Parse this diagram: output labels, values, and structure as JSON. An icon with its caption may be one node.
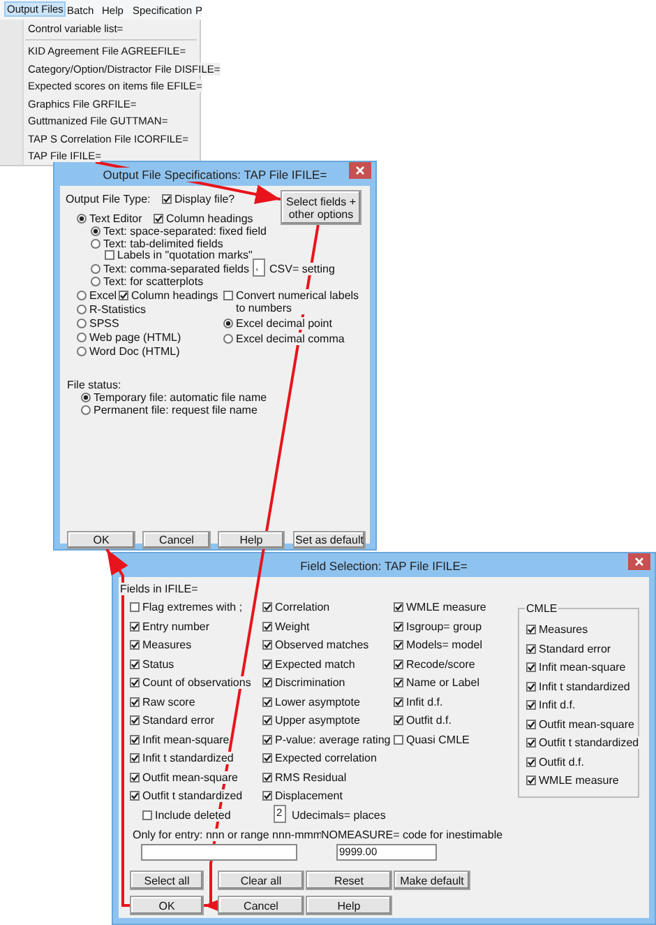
{
  "diagram": {
    "nodes": [
      {
        "text": [
          "TAP File IFILE="
        ]
      },
      {
        "text": [
          "Output File Specifications: TAP File IFILE="
        ]
      },
      {
        "text": [
          "Select fields + other options"
        ],
        "in": 1
      },
      {
        "text": [
          "OK"
        ],
        "in": 1
      },
      {
        "text": [
          "Cancel"
        ],
        "in": 1
      },
      {
        "text": [
          "Help"
        ],
        "in": 1
      },
      {
        "text": [
          "Set as default"
        ],
        "in": 1
      },
      {
        "text": [
          "Field Selection: TAP File IFILE="
        ]
      },
      {
        "text": [
          "Select all"
        ],
        "in": 7
      },
      {
        "text": [
          "Clear all"
        ],
        "in": 7
      },
      {
        "text": [
          "Reset"
        ],
        "in": 7
      },
      {
        "text": [
          "Make default"
        ],
        "in": 7
      },
      {
        "text": [
          "OK"
        ],
        "in": 7
      },
      {
        "text": [
          "Cancel"
        ],
        "in": 7
      },
      {
        "text": [
          "Help"
        ],
        "in": 7
      }
    ],
    "edges": [
      {
        "from": 0,
        "to": 2,
        "arrow": "to"
      },
      {
        "from": 2,
        "to": 12,
        "arrow": "to"
      },
      {
        "from": 12,
        "to": 3,
        "arrow": "to"
      }
    ],
    "labels": [
      "Output Files",
      "Batch",
      "Help",
      "Specification",
      "P",
      "Control variable list=",
      "KID Agreement File AGREEFILE=",
      "Category/Option/Distractor File DISFILE=",
      "Expected scores on items file EFILE=",
      "Graphics File GRFILE=",
      "Guttmanized File GUTTMAN=",
      "TAP S Correlation File ICORFILE=",
      "Output File Type:",
      "Display file?",
      "Text Editor",
      "Column headings",
      "Text: space-separated: fixed field",
      "Text: tab-delimited fields",
      "Labels in \"quotation marks\"",
      "Text: comma-separated fields",
      ",",
      "CSV= setting",
      "Text: for scatterplots",
      "Excel",
      "Column headings",
      "Convert numerical labels to numbers",
      "R-Statistics",
      "SPSS",
      "Excel decimal point",
      "Web page (HTML)",
      "Excel decimal comma",
      "Word Doc (HTML)",
      "File status:",
      "Temporary file: automatic file name",
      "Permanent file: request file name",
      "Fields in IFILE=",
      "Flag extremes with ;",
      "Entry number",
      "Measures",
      "Status",
      "Count of observations",
      "Raw score",
      "Standard error",
      "Infit mean-square",
      "Infit t standardized",
      "Outfit mean-square",
      "Outfit t standardized",
      "Correlation",
      "Weight",
      "Observed matches",
      "Expected match",
      "Discrimination",
      "Lower asymptote",
      "Upper asymptote",
      "P-value: average rating",
      "Expected correlation",
      "RMS Residual",
      "Displacement",
      "WMLE measure",
      "Isgroup= group",
      "Models= model",
      "Recode/score",
      "Name or Label",
      "Infit d.f.",
      "Outfit d.f.",
      "Quasi CMLE",
      "CMLE",
      "Measures",
      "Standard error",
      "Infit mean-square",
      "Infit t standardized",
      "Infit d.f.",
      "Outfit mean-square",
      "Outfit t standardized",
      "Outfit d.f.",
      "WMLE measure",
      "Include deleted",
      "2",
      "Udecimals= places",
      "Only for entry: nnn or range nnn-mmm",
      "NOMEASURE= code for inestimable",
      "9999.00"
    ]
  }
}
